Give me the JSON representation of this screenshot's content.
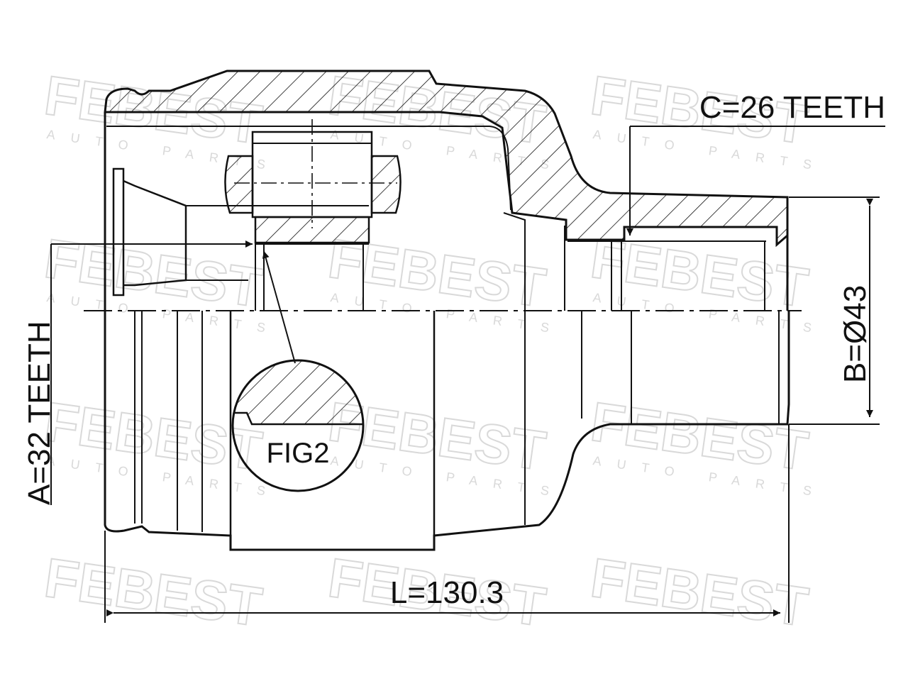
{
  "drawing": {
    "dimension_a": "A=32 TEETH",
    "dimension_b": "B=Ø43",
    "dimension_c": "C=26 TEETH",
    "dimension_l": "L=130.3",
    "detail_label": "FIG2"
  },
  "watermark": {
    "brand": "FEBEST",
    "tagline": "AUTO PARTS"
  },
  "colors": {
    "line": "#111111",
    "watermark": "#d9d9d9",
    "background": "#ffffff"
  }
}
